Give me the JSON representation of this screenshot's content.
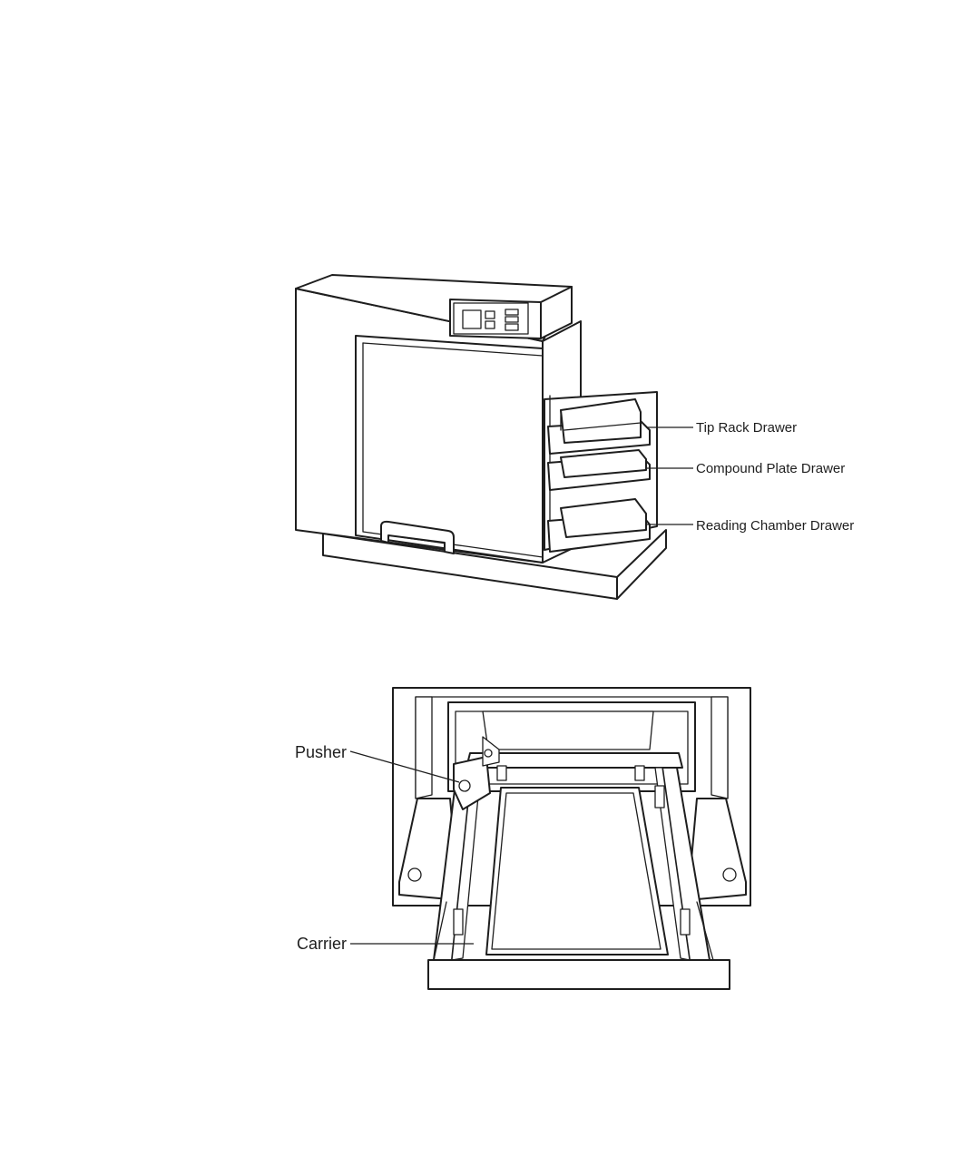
{
  "figure_top": {
    "labels": {
      "tip_rack_drawer": "Tip Rack Drawer",
      "compound_plate_drawer": "Compound Plate Drawer",
      "reading_chamber_drawer": "Reading Chamber Drawer"
    }
  },
  "figure_bottom": {
    "labels": {
      "pusher": "Pusher",
      "carrier": "Carrier"
    }
  }
}
